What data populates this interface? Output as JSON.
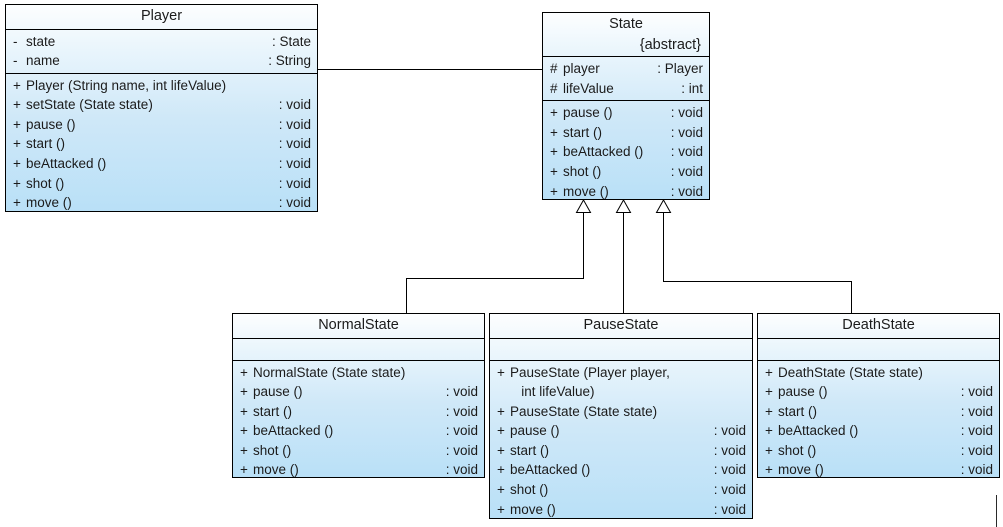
{
  "diagram": {
    "title": "State Pattern UML Class Diagram",
    "type": "uml-class-diagram",
    "background_color": "#ffffff",
    "class_fill_color": "#c6e4f5",
    "class_border_color": "#000000",
    "text_color": "#1b1b1b"
  },
  "classes": [
    {
      "id": "player",
      "name": "Player",
      "stereotype": "",
      "attributes": [
        {
          "visibility": "-",
          "signature": "state",
          "type": ": State"
        },
        {
          "visibility": "-",
          "signature": "name",
          "type": ": String"
        }
      ],
      "operations": [
        {
          "visibility": "+",
          "signature": "Player (String name, int lifeValue)",
          "type": ""
        },
        {
          "visibility": "+",
          "signature": "setState (State state)",
          "type": ": void"
        },
        {
          "visibility": "+",
          "signature": "pause ()",
          "type": ": void"
        },
        {
          "visibility": "+",
          "signature": "start ()",
          "type": ": void"
        },
        {
          "visibility": "+",
          "signature": "beAttacked ()",
          "type": ": void"
        },
        {
          "visibility": "+",
          "signature": "shot ()",
          "type": ": void"
        },
        {
          "visibility": "+",
          "signature": "move ()",
          "type": ": void"
        }
      ]
    },
    {
      "id": "state",
      "name": "State",
      "stereotype": "{abstract}",
      "attributes": [
        {
          "visibility": "#",
          "signature": "player",
          "type": ": Player"
        },
        {
          "visibility": "#",
          "signature": "lifeValue",
          "type": ": int"
        }
      ],
      "operations": [
        {
          "visibility": "+",
          "signature": "pause ()",
          "type": ": void"
        },
        {
          "visibility": "+",
          "signature": "start ()",
          "type": ": void"
        },
        {
          "visibility": "+",
          "signature": "beAttacked ()",
          "type": ": void"
        },
        {
          "visibility": "+",
          "signature": "shot ()",
          "type": ": void"
        },
        {
          "visibility": "+",
          "signature": "move ()",
          "type": ": void"
        }
      ]
    },
    {
      "id": "normalstate",
      "name": "NormalState",
      "stereotype": "",
      "attributes": [],
      "operations": [
        {
          "visibility": "+",
          "signature": "NormalState (State state)",
          "type": ""
        },
        {
          "visibility": "+",
          "signature": "pause ()",
          "type": ": void"
        },
        {
          "visibility": "+",
          "signature": "start ()",
          "type": ": void"
        },
        {
          "visibility": "+",
          "signature": "beAttacked ()",
          "type": ": void"
        },
        {
          "visibility": "+",
          "signature": "shot ()",
          "type": ": void"
        },
        {
          "visibility": "+",
          "signature": "move ()",
          "type": ": void"
        }
      ]
    },
    {
      "id": "pausestate",
      "name": "PauseState",
      "stereotype": "",
      "attributes": [],
      "operations": [
        {
          "visibility": "+",
          "signature": "PauseState (Player player,\n   int lifeValue)",
          "type": ""
        },
        {
          "visibility": "+",
          "signature": "PauseState (State state)",
          "type": ""
        },
        {
          "visibility": "+",
          "signature": "pause ()",
          "type": ": void"
        },
        {
          "visibility": "+",
          "signature": "start ()",
          "type": ": void"
        },
        {
          "visibility": "+",
          "signature": "beAttacked ()",
          "type": ": void"
        },
        {
          "visibility": "+",
          "signature": "shot ()",
          "type": ": void"
        },
        {
          "visibility": "+",
          "signature": "move ()",
          "type": ": void"
        }
      ]
    },
    {
      "id": "deathstate",
      "name": "DeathState",
      "stereotype": "",
      "attributes": [],
      "operations": [
        {
          "visibility": "+",
          "signature": "DeathState (State state)",
          "type": ""
        },
        {
          "visibility": "+",
          "signature": "pause ()",
          "type": ": void"
        },
        {
          "visibility": "+",
          "signature": "start ()",
          "type": ": void"
        },
        {
          "visibility": "+",
          "signature": "beAttacked ()",
          "type": ": void"
        },
        {
          "visibility": "+",
          "signature": "shot ()",
          "type": ": void"
        },
        {
          "visibility": "+",
          "signature": "move ()",
          "type": ": void"
        }
      ]
    }
  ],
  "relationships": [
    {
      "id": "player-state",
      "kind": "association",
      "from": "Player",
      "to": "State",
      "label": ""
    },
    {
      "id": "normalstate-state",
      "kind": "generalization",
      "from": "NormalState",
      "to": "State",
      "label": ""
    },
    {
      "id": "pausestate-state",
      "kind": "generalization",
      "from": "PauseState",
      "to": "State",
      "label": ""
    },
    {
      "id": "deathstate-state",
      "kind": "generalization",
      "from": "DeathState",
      "to": "State",
      "label": ""
    }
  ]
}
